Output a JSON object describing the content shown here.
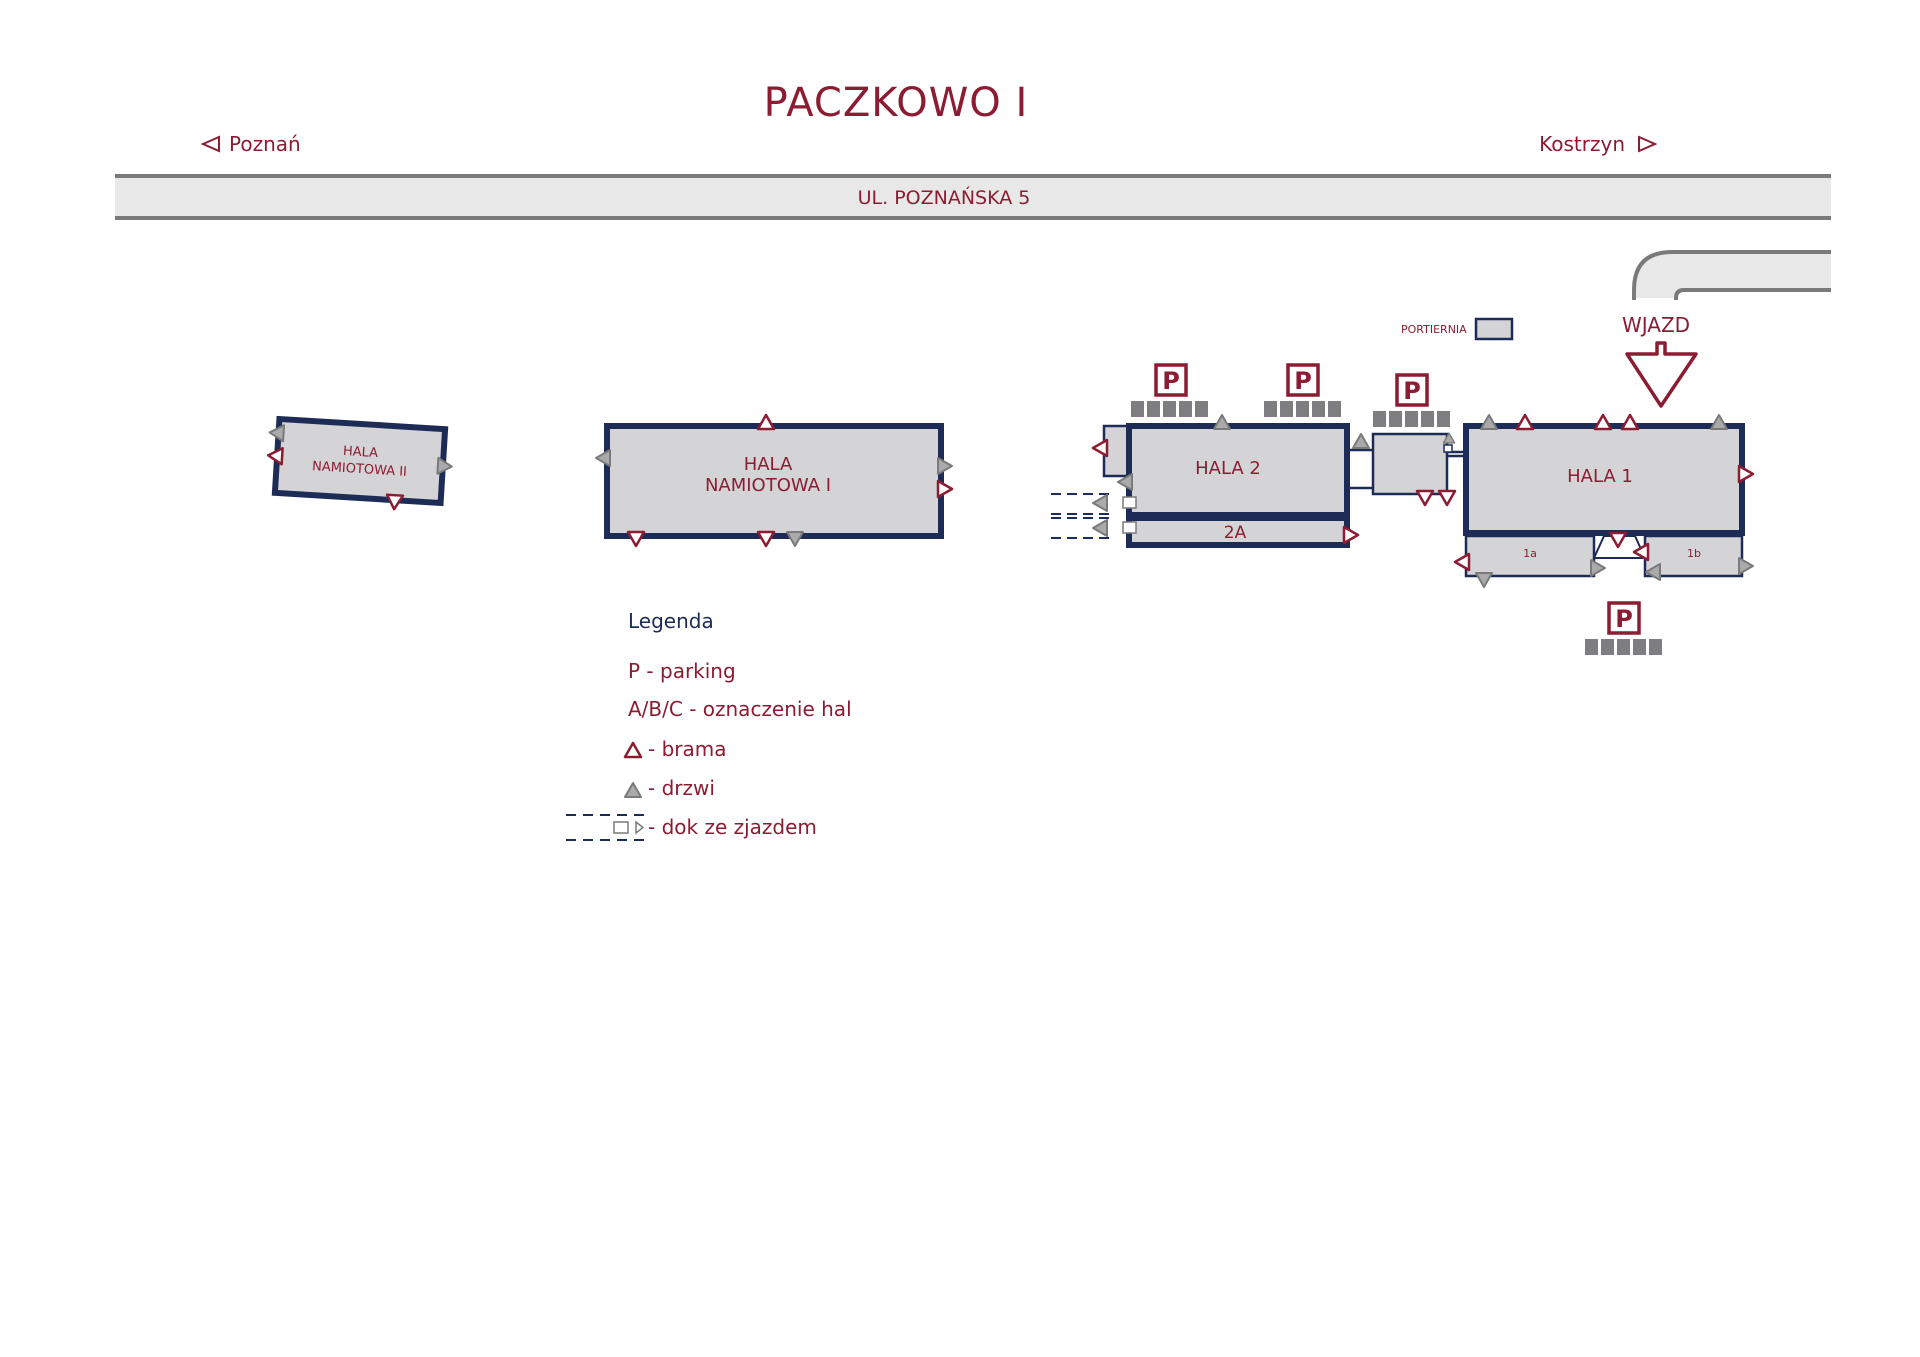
{
  "title": "PACZKOWO I",
  "directions": {
    "left": "Poznań",
    "right": "Kostrzyn"
  },
  "street": "UL. POZNAŃSKA 5",
  "portiernia": "PORTIERNIA",
  "entrance": "WJAZD",
  "parking_symbol": "P",
  "halls": {
    "namiotowa_2": {
      "line1": "HALA",
      "line2": "NAMIOTOWA II"
    },
    "namiotowa_1": {
      "line1": "HALA",
      "line2": "NAMIOTOWA I"
    },
    "hala_2": "HALA 2",
    "hala_2a": "2A",
    "hala_1": "HALA 1",
    "hala_1a": "1a",
    "hala_1b": "1b"
  },
  "legend": {
    "heading": "Legenda",
    "items": [
      {
        "symbol": "none",
        "label": "P - parking"
      },
      {
        "symbol": "none",
        "label": "A/B/C - oznaczenie hal"
      },
      {
        "symbol": "gate-triangle",
        "label": "- brama"
      },
      {
        "symbol": "door-triangle",
        "label": "- drzwi"
      },
      {
        "symbol": "dock-ramp",
        "label": "- dok ze zjazdem"
      }
    ]
  },
  "colors": {
    "accent": "#8c1c32",
    "navy": "#1c2c56",
    "building_fill": "#d4d4d6",
    "road_fill": "#e8e8e8",
    "road_edge": "#7a7a7a",
    "parking_stalls": "#7e7e80"
  }
}
